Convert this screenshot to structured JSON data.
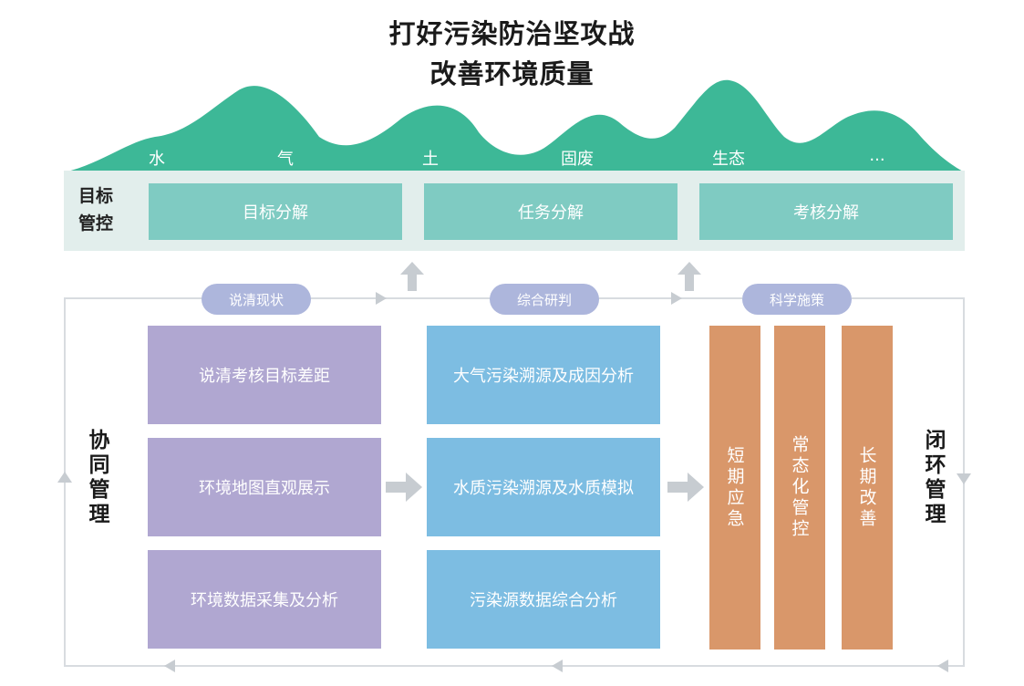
{
  "title": {
    "line1": "打好污染防治坚攻战",
    "line2": "改善环境质量"
  },
  "mountains": [
    "水",
    "气",
    "土",
    "固废",
    "生态",
    "..."
  ],
  "goal_section": {
    "label_line1": "目标",
    "label_line2": "管控",
    "boxes": [
      "目标分解",
      "任务分解",
      "考核分解"
    ]
  },
  "stages": [
    "说清现状",
    "综合研判",
    "科学施策"
  ],
  "left_column": [
    "说清考核目标差距",
    "环境地图直观展示",
    "环境数据采集及分析"
  ],
  "middle_column": [
    "大气污染溯源及成因分析",
    "水质污染溯源及水质模拟",
    "污染源数据综合分析"
  ],
  "right_column": [
    "短期应急",
    "常态化管控",
    "长期改善"
  ],
  "side_labels": {
    "left": "协同管理",
    "right": "闭环管理"
  },
  "colors": {
    "mountain": "#3db897",
    "goal_band": "#e2eeec",
    "goal_box": "#7fcbc2",
    "pill": "#adb6dc",
    "purple": "#b0a7d1",
    "blue": "#7dbde2",
    "orange": "#d9976a",
    "arrow": "#c7ccd1"
  }
}
